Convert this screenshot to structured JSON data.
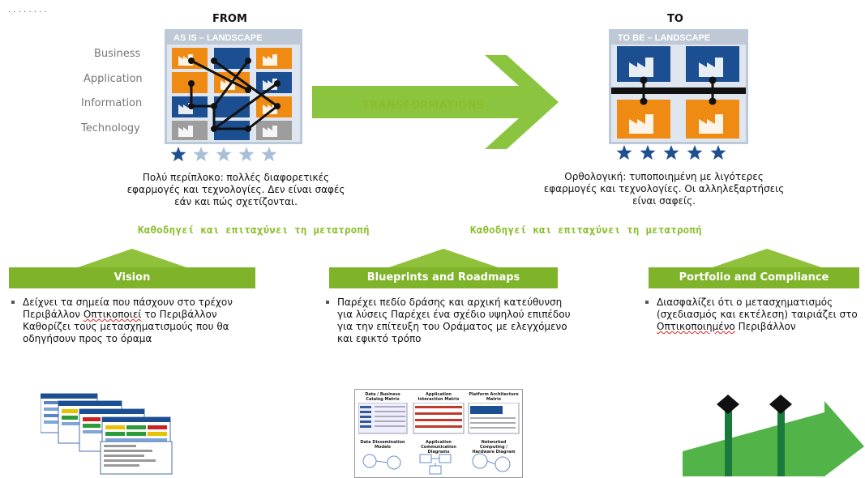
{
  "top_text": "· · · · · · · ·",
  "from": {
    "header": "FROM",
    "panel_title": "AS IS – LANDSCAPE",
    "layers": [
      "Business",
      "Application",
      "Information",
      "Technology"
    ],
    "rating": 1,
    "stars_total": 5,
    "description": "Πολύ περίπλοκο: πολλές διαφορετικές εφαρμογές και τεχνολογίες. Δεν είναι σαφές εάν και πώς σχετίζονται."
  },
  "to": {
    "header": "TO",
    "panel_title": "TO BE – LANDSCAPE",
    "rating": 5,
    "stars_total": 5,
    "description": "Ορθολογική: τυποποιημένη με λιγότερες εφαρμογές και τεχνολογίες. Οι αλληλεξαρτήσεις είναι σαφείς."
  },
  "arrow_label": "TRANSFORMATIONS",
  "captions": [
    "Καθοδηγεί και επιταχύνει τη μετατροπή",
    "Καθοδηγεί και επιταχύνει τη μετατροπή"
  ],
  "columns": [
    {
      "title": "Vision",
      "text_parts": [
        "Δείχνει τα σημεία που πάσχουν στο τρέχον Περιβάλλον ",
        "Οπτικοποιεί",
        " το Περιβάλλον Καθορίζει τους μετασχηματισμούς που θα οδηγήσουν προς το όραμα"
      ]
    },
    {
      "title": "Blueprints and Roadmaps",
      "text_parts": [
        "Παρέχει πεδίο δράσης και αρχική κατεύθυνση για λύσεις Παρέχει ένα σχέδιο υψηλού επιπέδου για την επίτευξη του Οράματος με ελεγχόμενο και εφικτό τρόπο"
      ]
    },
    {
      "title": "Portfolio and Compliance",
      "text_parts": [
        "Διασφαλίζει ότι ο μετασχηματισμός (σχεδιασμός και εκτέλεση) ταιριάζει στο ",
        "Οπτικοποιημένο",
        " Περιβάλλον"
      ]
    }
  ],
  "blueprint_thumb": {
    "labels": [
      "Data / Business Catalog Matrix",
      "Application Interaction Matrix",
      "Platform Architecture Matrix",
      "Data Dissemination Models",
      "Application Communication Diagrams",
      "Networked Computing / Hardware Diagram"
    ]
  },
  "colors": {
    "orange": "#ef8a12",
    "blue": "#1c4f92",
    "gray": "#9d9d9d",
    "green": "#8bc53f",
    "bar_green": "#7fb32a",
    "star_blue": "#1d4f91",
    "star_gray": "#a9bfd9"
  }
}
